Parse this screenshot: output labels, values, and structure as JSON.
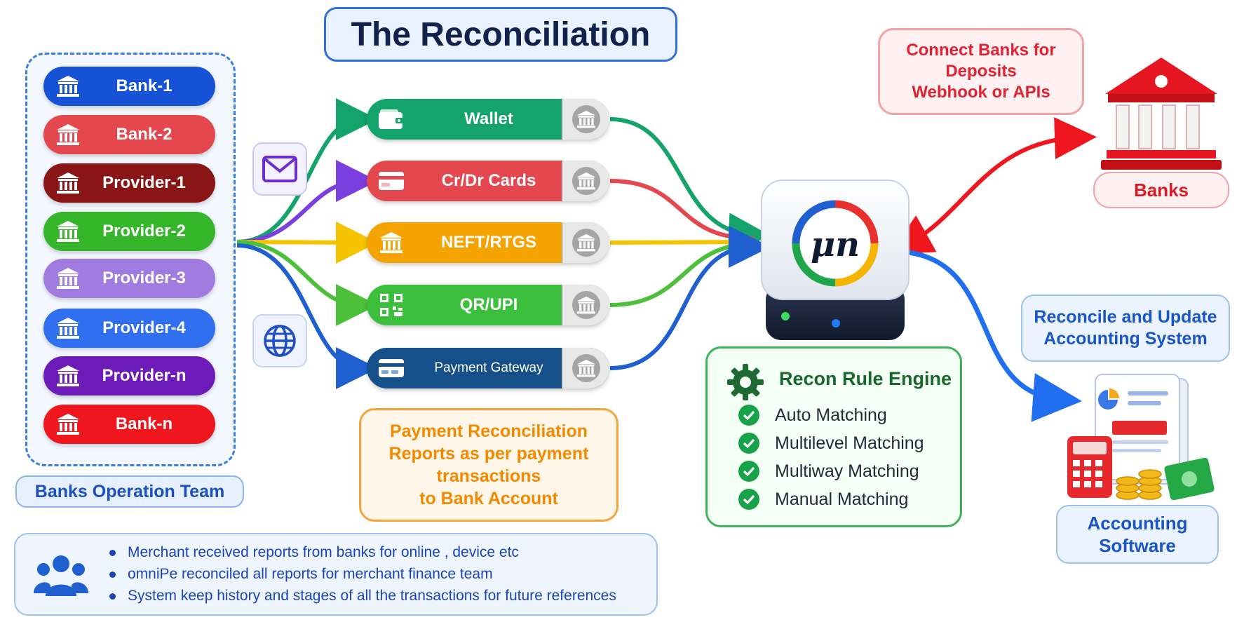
{
  "title": "The Reconciliation",
  "sources": [
    {
      "label": "Bank-1",
      "color": "#1552d6",
      "icon": "bank-icon"
    },
    {
      "label": "Bank-2",
      "color": "#e5474f",
      "icon": "bank-icon"
    },
    {
      "label": "Provider-1",
      "color": "#8a1515",
      "icon": "bank-icon"
    },
    {
      "label": "Provider-2",
      "color": "#34b52a",
      "icon": "bank-icon"
    },
    {
      "label": "Provider-3",
      "color": "#a07be0",
      "icon": "bank-icon"
    },
    {
      "label": "Provider-4",
      "color": "#2f6ff0",
      "icon": "bank-icon"
    },
    {
      "label": "Provider-n",
      "color": "#6c1bb8",
      "icon": "bank-icon"
    },
    {
      "label": "Bank-n",
      "color": "#f0161d",
      "icon": "bank-icon"
    }
  ],
  "team_label": "Banks Operation Team",
  "side_icons": [
    "mail-icon",
    "globe-icon"
  ],
  "methods": [
    {
      "label": "Wallet",
      "color": "#14a36b",
      "icon": "wallet-icon"
    },
    {
      "label": "Cr/Dr Cards",
      "color": "#e5474f",
      "icon": "card-icon"
    },
    {
      "label": "NEFT/RTGS",
      "color": "#f5a300",
      "icon": "bank-icon"
    },
    {
      "label": "QR/UPI",
      "color": "#3cbf3c",
      "icon": "qr-icon"
    },
    {
      "label": "Payment Gateway",
      "color": "#16508a",
      "icon": "gateway-card-icon"
    }
  ],
  "report_box": [
    "Payment Reconciliation",
    "Reports as per payment",
    "transactions",
    "to Bank Account"
  ],
  "engine": {
    "logo_text": "μn",
    "title": "Recon Rule Engine",
    "items": [
      "Auto Matching",
      "Multilevel Matching",
      "Multiway Matching",
      "Manual Matching"
    ]
  },
  "connect_box": [
    "Connect Banks for",
    "Deposits",
    "Webhook or APIs"
  ],
  "banks_label": "Banks",
  "reconcile_box": [
    "Reconcile and Update",
    "Accounting System"
  ],
  "accounting_label": [
    "Accounting",
    "Software"
  ],
  "notes": [
    "Merchant received reports from banks for online , device etc",
    "omniPe reconciled all reports for merchant finance team",
    "System keep history and stages of all the transactions for future references"
  ],
  "colors": {
    "accent_blue": "#1a55c4",
    "engine_green": "#19672d",
    "alert_red": "#e02333",
    "report_orange": "#f08a00"
  }
}
